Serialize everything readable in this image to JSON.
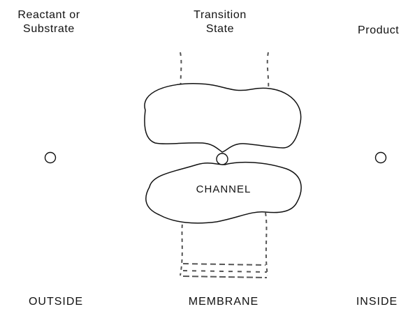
{
  "labels": {
    "reactant_line1": "Reactant or",
    "reactant_line2": "Substrate",
    "transition_line1": "Transition",
    "transition_line2": "State",
    "product": "Product",
    "channel": "CHANNEL",
    "outside": "OUTSIDE",
    "membrane": "MEMBRANE",
    "inside": "INSIDE"
  },
  "colors": {
    "ink": "#111111",
    "dashed_membrane": "#555555",
    "background": "#ffffff"
  }
}
